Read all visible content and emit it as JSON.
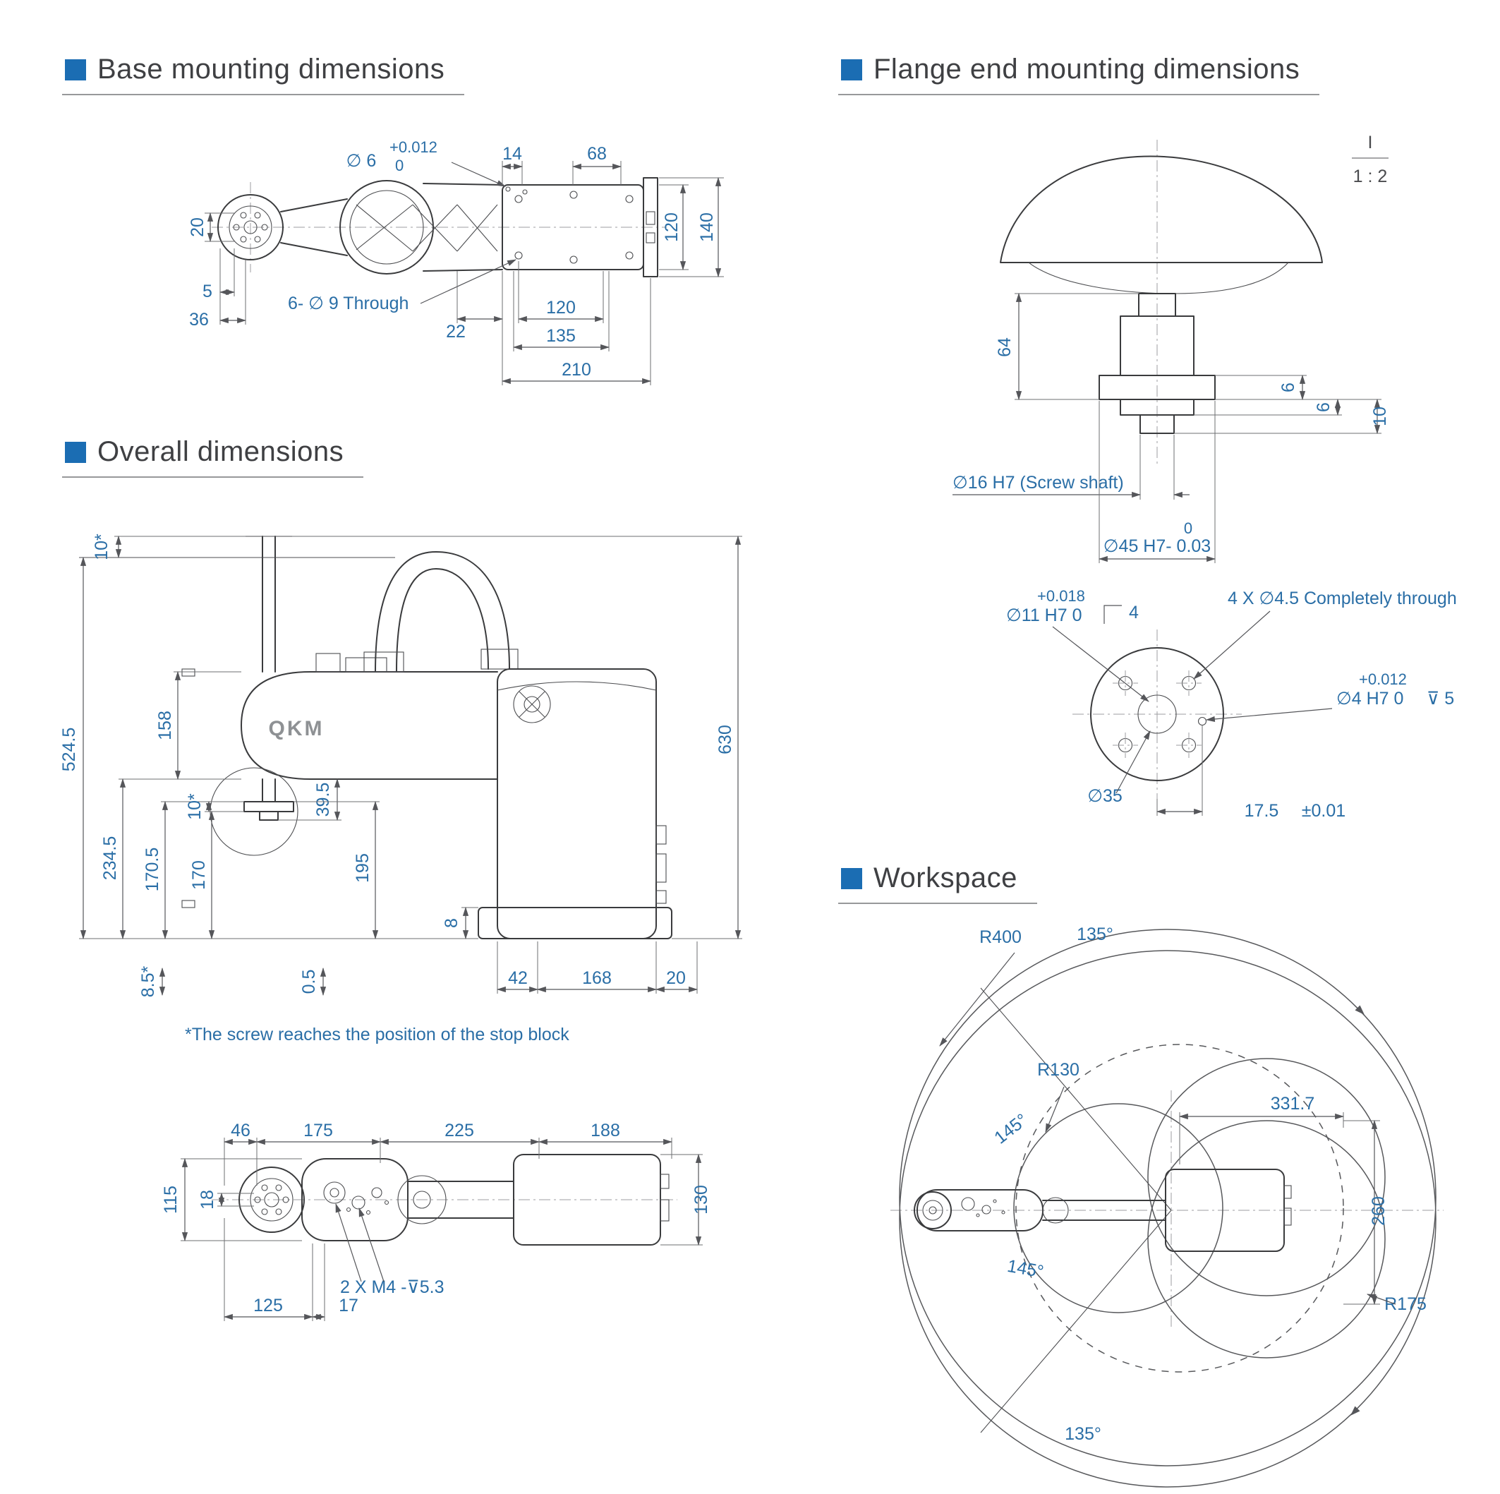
{
  "colors": {
    "accent": "#1b6db3",
    "title_text": "#3f4043",
    "dim_text": "#2a6ea6",
    "drawing_line": "#3a3b3d",
    "dim_line": "#55565a"
  },
  "base": {
    "title": "Base mounting dimensions",
    "dims": {
      "dia6": "∅ 6",
      "dia6_tol_hi": "+0.012",
      "dia6_tol_lo": "0",
      "d14": "14",
      "d68": "68",
      "d20": "20",
      "d120_right": "120",
      "d140": "140",
      "d5": "5",
      "d36": "36",
      "through": "6- ∅ 9 Through",
      "d22": "22",
      "d120_bottom": "120",
      "d135": "135",
      "d210": "210"
    }
  },
  "flange": {
    "title": "Flange end mounting dimensions",
    "view_mark": "I",
    "view_scale": "1 : 2",
    "dims": {
      "d64": "64",
      "d6_upper": "6",
      "d6_lower": "6",
      "d10": "10",
      "screw_shaft": "∅16 H7 (Screw shaft)",
      "d45_tol_hi": "0",
      "d45": "∅45 H7- 0.03",
      "d11_tol_hi": "+0.018",
      "d11": "∅11 H7  0",
      "d11_step": "4",
      "holes": "4 X  ∅4.5 Completely through",
      "d4_tol_hi": "+0.012",
      "d4": "∅4 H7  0",
      "d4_depth": "⊽ 5",
      "d35": "∅35",
      "d17_5": "17.5",
      "tol": "±0.01"
    }
  },
  "overall": {
    "title": "Overall dimensions",
    "logo": "QKM",
    "note": "*The screw reaches the position of the stop block",
    "side": {
      "d10_top": "10*",
      "d524_5": "524.5",
      "d158": "158",
      "d10_mid": "10*",
      "d234_5": "234.5",
      "d170_5": "170.5",
      "d170": "170",
      "d39_5": "39.5",
      "d195": "195",
      "d8": "8",
      "d630": "630",
      "d8_5": "8.5*",
      "d0_5": "0.5",
      "d42": "42",
      "d168": "168",
      "d20": "20"
    },
    "top": {
      "d46": "46",
      "d175": "175",
      "d225": "225",
      "d188": "188",
      "d115": "115",
      "d18": "18",
      "d130": "130",
      "m4": "2 X  M4 -⊽5.3",
      "d125": "125",
      "d17": "17"
    }
  },
  "workspace": {
    "title": "Workspace",
    "labels": {
      "r400": "R400",
      "a135_top": "135°",
      "r130": "R130",
      "a145_upper": "145°",
      "d331_7": "331.7",
      "d260": "260",
      "a145_lower": "145°",
      "r175": "R175",
      "a135_bottom": "135°"
    }
  }
}
